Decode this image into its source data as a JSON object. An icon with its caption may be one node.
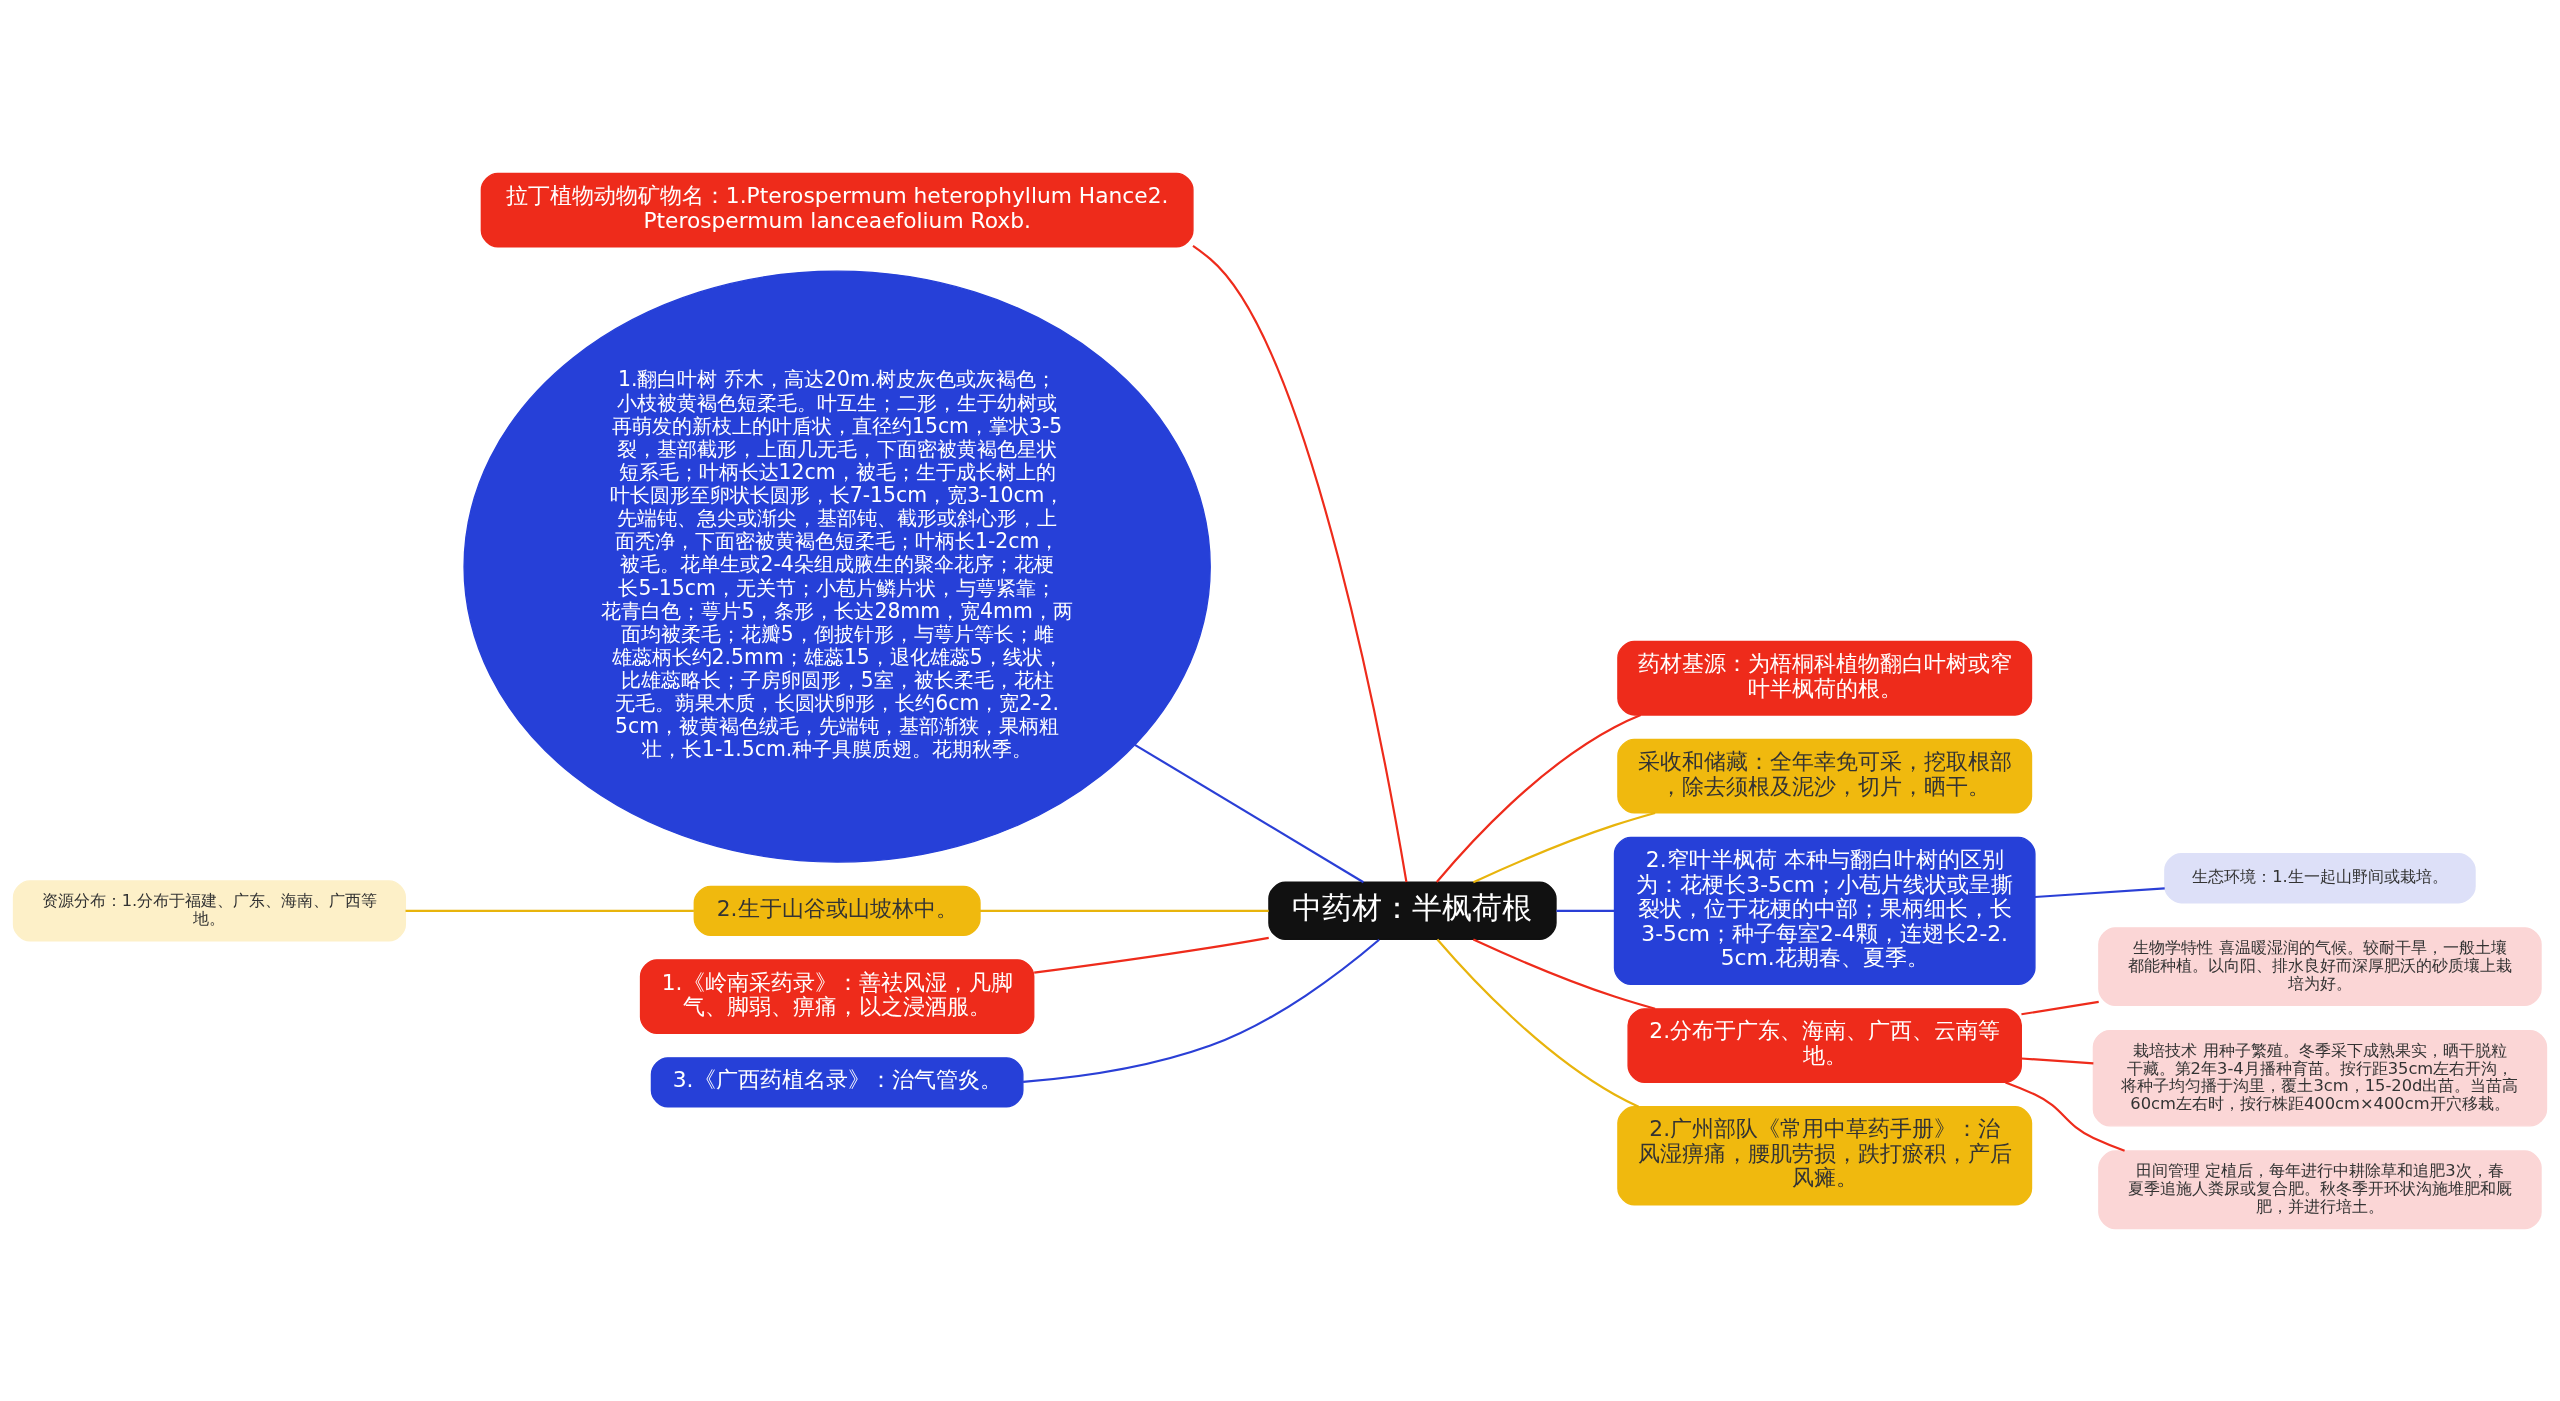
{
  "diagram": {
    "nodes": [
      {
        "text": [
          "中药材：半枫荷根"
        ]
      },
      {
        "text": [
          "拉丁植物动物矿物名：1.Pterospermum heterophyllum Hance2.Pterospermum lanceaefolium Roxb."
        ]
      },
      {
        "text": [
          "药材基源：为梧桐科植物翻白叶树或窄叶半枫荷的根。"
        ]
      },
      {
        "text": [
          "采收和储藏：全年幸免可采，挖取根部，除去须根及泥沙，切片，晒干。"
        ]
      },
      {
        "text": [
          "1.翻白叶树 乔木，高达20m.树皮灰色或灰褐色；小枝被黄褐色短柔毛。叶互生；二形，生于幼树或再萌发的新枝上的叶盾状，直径约15cm，掌状3-5裂，基部截形，上面几无毛，下面密被黄褐色星状短系毛；叶柄长达12cm，被毛；生于成长树上的叶长圆形至卵状长圆形，长7-15cm，宽3-10cm，先端钝、急尖或渐尖，基部钝、截形或斜心形，上面秃净，下面密被黄褐色短柔毛；叶柄长1-2cm，被毛。花单生或2-4朵组成腋生的聚伞花序；花梗长5-15cm，无关节；小苞片鳞片状，与萼紧靠；花青白色；萼片5，条形，长达28mm，宽4mm，两面均被柔毛；花瓣5，倒披针形，与萼片等长；雌雄蕊柄长约2.5mm；雄蕊15，退化雄蕊5，线状，比雄蕊略长；子房卵圆形，5室，被长柔毛，花柱无毛。蒴果木质，长圆状卵形，长约6cm，宽2-2.5cm，被黄褐色绒毛，先端钝，基部渐狭，果柄粗壮，长1-1.5cm.种子具膜质翅。花期秋季。"
        ]
      },
      {
        "text": [
          "2.窄叶半枫荷 本种与翻白叶树的区别为：花梗长3-5cm；小苞片线状或呈撕裂状，位于花梗的中部；果柄细长，长3-5cm；种子每室2-4颗，连翅长2-2.5cm.花期春、夏季。"
        ]
      },
      {
        "text": [
          "生态环境：1.生一起山野间或栽培。"
        ]
      },
      {
        "text": [
          "2.分布于广东、海南、广西、云南等地。"
        ]
      },
      {
        "text": [
          "生物学特性 喜温暖湿润的气候。较耐干旱，一般土壤都能种植。以向阳、排水良好而深厚肥沃的砂质壤上栽培为好。"
        ]
      },
      {
        "text": [
          "栽培技术 用种子繁殖。冬季采下成熟果实，晒干脱粒干藏。第2年3-4月播种育苗。按行距35cm左右开沟，将种子均匀播于沟里，覆土3cm，15-20d出苗。当苗高60cm左右时，按行株距400cm×400cm开穴移栽。"
        ]
      },
      {
        "text": [
          "田间管理 定植后，每年进行中耕除草和追肥3次，春夏季追施人粪尿或复合肥。秋冬季开环状沟施堆肥和厩肥，并进行培土。"
        ]
      },
      {
        "text": [
          "2.生于山谷或山坡林中。"
        ]
      },
      {
        "text": [
          "资源分布：1.分布于福建、广东、海南、广西等地。"
        ]
      },
      {
        "text": [
          "1.《岭南采药录》：善祛风湿，凡脚气、脚弱、痹痛，以之浸酒服。"
        ]
      },
      {
        "text": [
          "2.广州部队《常用中草药手册》：治风湿痹痛，腰肌劳损，跌打瘀积，产后风瘫。"
        ]
      },
      {
        "text": [
          "3.《广西药植名录》：治气管炎。"
        ]
      }
    ],
    "edges": [
      {
        "from": 0,
        "to": 1,
        "arrow": "none"
      },
      {
        "from": 0,
        "to": 2,
        "arrow": "none"
      },
      {
        "from": 0,
        "to": 3,
        "arrow": "none",
        "color": "#e8b40c"
      },
      {
        "from": 0,
        "to": 4,
        "arrow": "none",
        "color": "#2a3fd6"
      },
      {
        "from": 0,
        "to": 5,
        "arrow": "none",
        "color": "#2a3fd6"
      },
      {
        "from": 5,
        "to": 6,
        "arrow": "none",
        "color": "#2a3fd6"
      },
      {
        "from": 0,
        "to": 7,
        "arrow": "none"
      },
      {
        "from": 7,
        "to": 8,
        "arrow": "none"
      },
      {
        "from": 7,
        "to": 9,
        "arrow": "none"
      },
      {
        "from": 7,
        "to": 10,
        "arrow": "none"
      },
      {
        "from": 0,
        "to": 11,
        "arrow": "none",
        "color": "#e8b40c"
      },
      {
        "from": 11,
        "to": 12,
        "arrow": "none",
        "color": "#e8b40c"
      },
      {
        "from": 0,
        "to": 13,
        "arrow": "none"
      },
      {
        "from": 0,
        "to": 14,
        "arrow": "none",
        "color": "#e8b40c"
      },
      {
        "from": 0,
        "to": 15,
        "arrow": "none",
        "color": "#2a3fd6"
      }
    ]
  }
}
